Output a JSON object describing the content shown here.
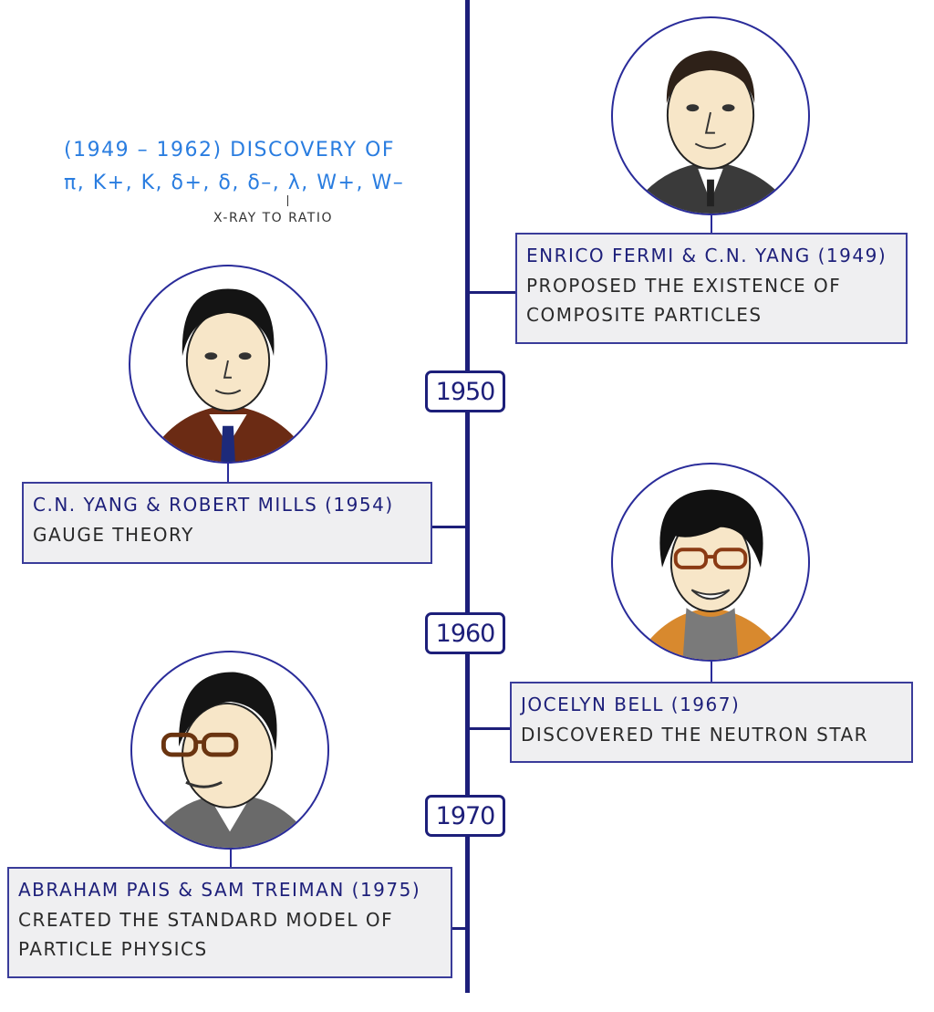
{
  "discovery": {
    "line1": "(1949 – 1962) DISCOVERY OF",
    "line2": "π, K+, K, δ+, δ, δ–, λ, W+, W–",
    "annotation": "X-RAY TO RATIO"
  },
  "years": [
    {
      "label": "1950"
    },
    {
      "label": "1960"
    },
    {
      "label": "1970"
    }
  ],
  "events": [
    {
      "title": "ENRICO FERMI & C.N. YANG (1949)",
      "description": "PROPOSED THE EXISTENCE OF\nCOMPOSITE PARTICLES",
      "side": "right"
    },
    {
      "title": "C.N. YANG & ROBERT MILLS (1954)",
      "description": "GAUGE THEORY",
      "side": "left"
    },
    {
      "title": "JOCELYN BELL (1967)",
      "description": "DISCOVERED THE NEUTRON STAR",
      "side": "right"
    },
    {
      "title": "ABRAHAM PAIS & SAM TREIMAN (1975)",
      "description": "CREATED THE STANDARD MODEL OF\nPARTICLE PHYSICS",
      "side": "left"
    }
  ],
  "colors": {
    "timeline": "#1d1f7a",
    "card_fill": "#efeff1",
    "note_text": "#2a7de0"
  }
}
